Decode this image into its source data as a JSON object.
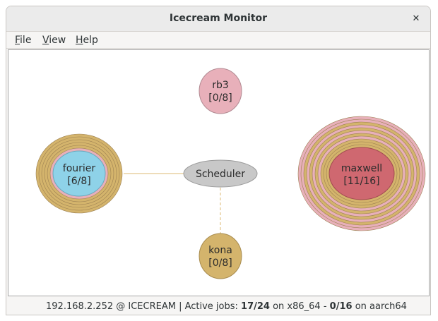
{
  "window": {
    "title": "Icecream Monitor"
  },
  "menu": {
    "file": "F",
    "file_rest": "ile",
    "view": "V",
    "view_rest": "iew",
    "help": "H",
    "help_rest": "elp"
  },
  "graph": {
    "scheduler": {
      "label": "Scheduler",
      "color": "#c8c8c8"
    },
    "nodes": [
      {
        "name": "rb3",
        "jobs": "[0/8]",
        "color": "#e8b0ba"
      },
      {
        "name": "fourier",
        "jobs": "[6/8]",
        "color": "#8ed2e8"
      },
      {
        "name": "maxwell",
        "jobs": "[11/16]",
        "color": "#cf6870"
      },
      {
        "name": "kona",
        "jobs": "[0/8]",
        "color": "#d4b46c"
      }
    ],
    "ring_colors": {
      "tan": "#d4b46c",
      "pink": "#e8b0ba"
    }
  },
  "status": {
    "host": "192.168.2.252 @ ICECREAM",
    "sep": " | Active jobs: ",
    "x86_jobs": "17/24",
    "x86_arch": " on x86_64 - ",
    "aarch_jobs": "0/16",
    "aarch_arch": " on aarch64"
  }
}
